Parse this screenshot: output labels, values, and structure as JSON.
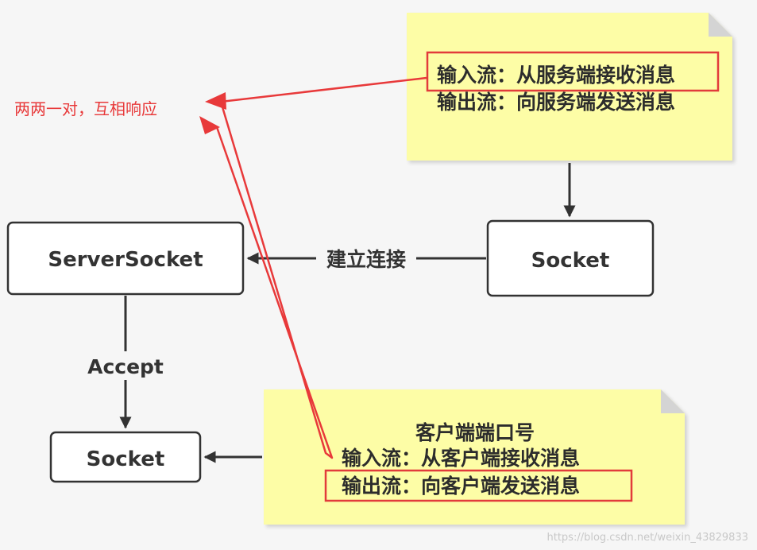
{
  "nodes": {
    "server_socket": "ServerSocket",
    "client_socket": "Socket",
    "accepted_socket": "Socket"
  },
  "edges": {
    "connect": "建立连接",
    "accept": "Accept"
  },
  "notes": {
    "client_note": {
      "line1": "输入流：从服务端接收消息",
      "line2": "输出流：向服务端发送消息"
    },
    "server_note": {
      "title": "客户端端口号",
      "line1": "输入流：从客户端接收消息",
      "line2": "输出流：向客户端发送消息"
    }
  },
  "annotation": {
    "text": "两两一对，互相响应",
    "color": "#e8393a"
  },
  "watermark": "https://blog.csdn.net/weixin_43829833",
  "colors": {
    "note_fill": "#fdfda6",
    "note_fold": "#d4d4d4",
    "highlight": "#e23b3b",
    "box_stroke": "#323232",
    "connector": "#323232"
  }
}
